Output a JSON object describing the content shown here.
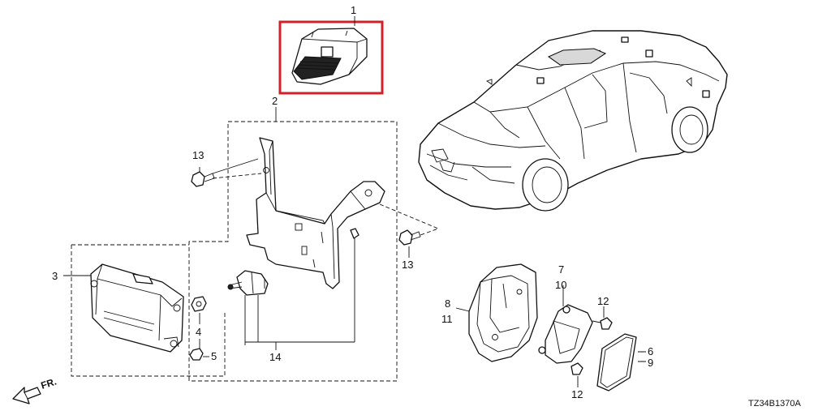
{
  "diagram": {
    "callouts": {
      "c1": "1",
      "c2": "2",
      "c3": "3",
      "c4": "4",
      "c5": "5",
      "c6": "6",
      "c7": "7",
      "c8": "8",
      "c9": "9",
      "c10": "10",
      "c11": "11",
      "c12a": "12",
      "c12b": "12",
      "c13a": "13",
      "c13b": "13",
      "c14": "14"
    },
    "direction_label": "FR.",
    "drawing_code": "TZ34B1370A",
    "highlight_color": "#d0202a",
    "line_color": "#111111"
  }
}
